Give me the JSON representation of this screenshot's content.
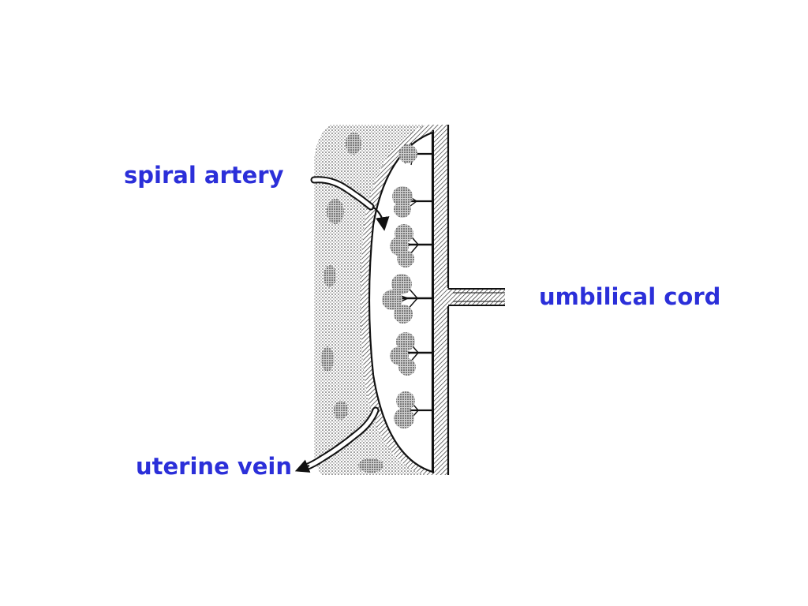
{
  "labels": {
    "spiral_artery": "spiral artery",
    "umbilical_cord": "umbilical cord",
    "uterine_vein": "uterine vein"
  },
  "colors": {
    "label": "#2b2fd9",
    "ink": "#111111",
    "background": "#ffffff"
  }
}
